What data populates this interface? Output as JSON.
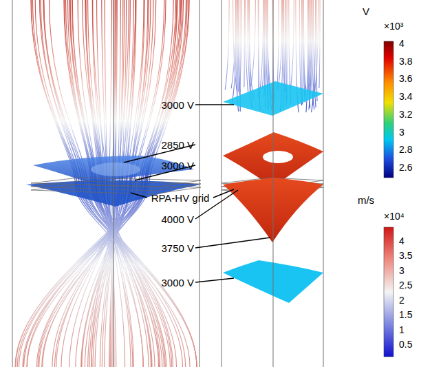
{
  "diagram": {
    "labels": [
      "3000 V",
      "2850 V",
      "3000 V",
      "RPA-HV grid",
      "4000 V",
      "3750 V",
      "3000 V",
      "V",
      "×10³",
      "4",
      "3.8",
      "3.6",
      "3.4",
      "3.2",
      "3",
      "2.8",
      "2.6",
      "m/s",
      "×10⁴",
      "4",
      "3.5",
      "3",
      "2.5",
      "2",
      "1.5",
      "1",
      "0.5"
    ]
  }
}
